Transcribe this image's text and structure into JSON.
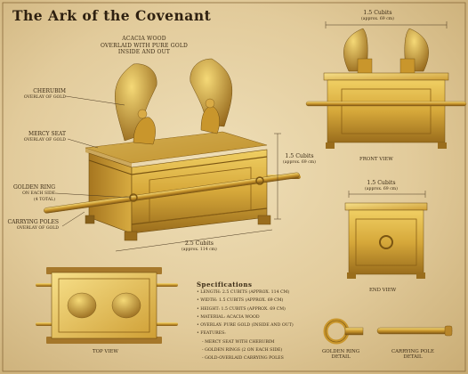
{
  "title": "The Ark of the Covenant",
  "subtitle_lines": [
    "Acacia wood",
    "overlaid with pure gold",
    "inside and out"
  ],
  "callouts": {
    "cherubim": {
      "label": "Cherubim",
      "sub": "Overlay of gold"
    },
    "mercy_seat": {
      "label": "Mercy seat",
      "sub": "Overlay of gold"
    },
    "golden_ring": {
      "label": "Golden ring",
      "sub1": "on each side",
      "sub2": "(4 total)"
    },
    "carrying_poles": {
      "label": "Carrying poles",
      "sub": "Overlay of gold"
    }
  },
  "dimensions": {
    "height_main": {
      "label": "1.5 Cubits",
      "sub": "(approx. 69 cm)"
    },
    "length_main": {
      "label": "2.5 Cubits",
      "sub": "(approx. 114 cm)"
    },
    "front_width": {
      "label": "1.5 Cubits",
      "sub": "(approx. 69 cm)"
    },
    "end_width": {
      "label": "1.5 Cubits",
      "sub": "(approx. 69 cm)"
    }
  },
  "views": {
    "front": "Front view",
    "end": "End view",
    "top": "Top view",
    "ring_detail": [
      "Golden ring",
      "detail"
    ],
    "pole_detail": [
      "Carrying pole",
      "detail"
    ]
  },
  "specifications": {
    "heading": "Specifications",
    "items": [
      "• Length:   2.5 cubits (approx. 114 cm)",
      "• Width:   1.5 cubits (approx. 69 cm)",
      "• Height:   1.5 cubits (approx. 69 cm)",
      "• Material: Acacia wood",
      "• Overlay:  Pure gold (inside and out)",
      "• Features:"
    ],
    "features": [
      "- Mercy seat with cherubim",
      "- Golden rings (2 on each side)",
      "- Gold-overlaid carrying poles"
    ]
  },
  "colors": {
    "gold_light": "#f2d36a",
    "gold_mid": "#c99a2e",
    "gold_dark": "#7a5512",
    "ink": "#3a2a14",
    "parchment": "#e6d2a5"
  }
}
